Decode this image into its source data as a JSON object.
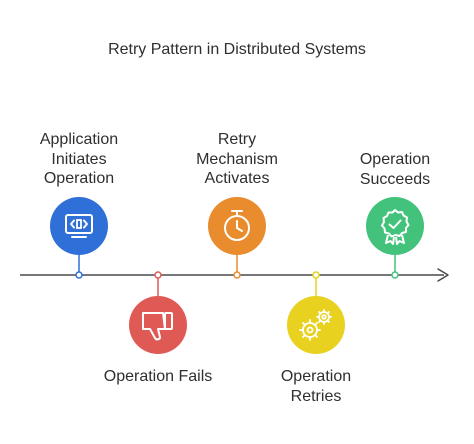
{
  "title": "Retry Pattern in Distributed Systems",
  "colors": {
    "axis": "#4a4a4a",
    "step1": "#2f6fd8",
    "step2": "#e05a55",
    "step3": "#e98c2e",
    "step4": "#e8d21f",
    "step5": "#43c27b"
  },
  "steps": [
    {
      "label": "Application\nInitiates\nOperation",
      "icon": "code-window-icon",
      "position": "above"
    },
    {
      "label": "Operation Fails",
      "icon": "thumbs-down-icon",
      "position": "below"
    },
    {
      "label": "Retry\nMechanism\nActivates",
      "icon": "stopwatch-icon",
      "position": "above"
    },
    {
      "label": "Operation\nRetries",
      "icon": "gears-icon",
      "position": "below"
    },
    {
      "label": "Operation\nSucceeds",
      "icon": "award-badge-icon",
      "position": "above"
    }
  ]
}
